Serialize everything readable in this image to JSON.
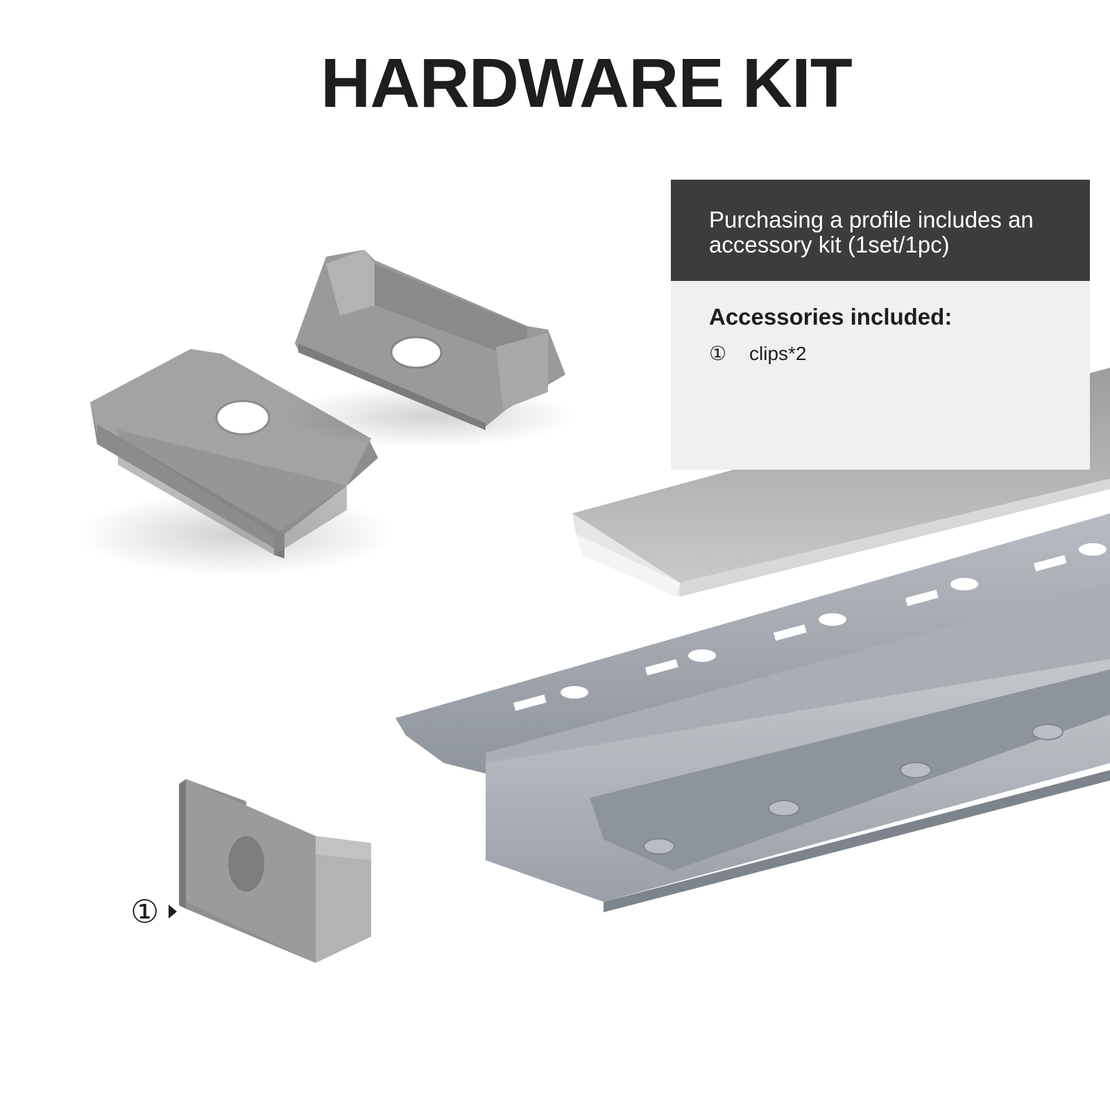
{
  "title": "HARDWARE KIT",
  "info": {
    "description": "Purchasing a profile includes an accessory kit (1set/1pc)",
    "accessories_heading": "Accessories included:",
    "items": [
      {
        "number": "①",
        "label": "clips*2"
      }
    ]
  },
  "callout": {
    "number": "①"
  },
  "colors": {
    "title": "#1e1e1e",
    "info_dark_bg": "#3c3c3c",
    "info_light_bg": "#f0f0f0",
    "part_gray": "#9a9a9a",
    "aluminum": "#a8adb3"
  },
  "parts": [
    "end-cap-solid",
    "end-cap-open",
    "clip",
    "diffuser-cover",
    "aluminum-profile"
  ]
}
